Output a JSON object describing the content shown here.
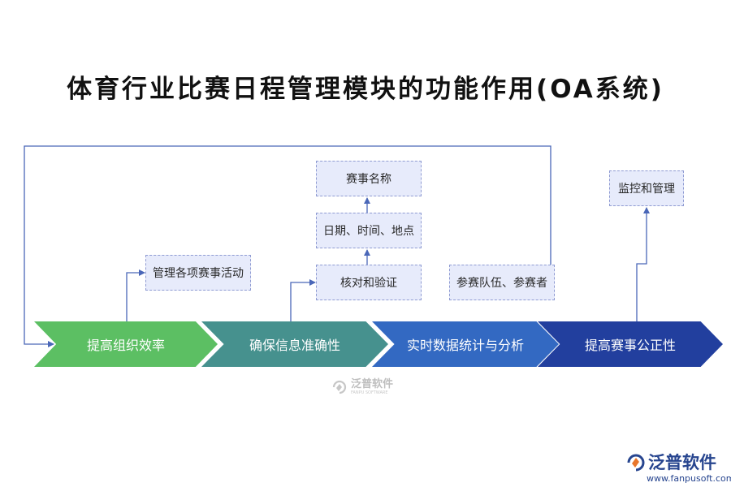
{
  "title": "体育行业比赛日程管理模块的功能作用(OA系统)",
  "steps": [
    {
      "label": "提高组织效率",
      "color": "#5cbf63"
    },
    {
      "label": "确保信息准确性",
      "color": "#46918e"
    },
    {
      "label": "实时数据统计与分析",
      "color": "#3369c2"
    },
    {
      "label": "提高赛事公正性",
      "color": "#223f9e"
    }
  ],
  "nodes": {
    "manage_events": "管理各项赛事活动",
    "event_name": "赛事名称",
    "date_time_place": "日期、时间、地点",
    "verify": "核对和验证",
    "teams_players": "参赛队伍、参赛者",
    "monitor": "监控和管理"
  },
  "watermark_center": {
    "name": "泛普软件",
    "sub": "FANPU SOFTWARE"
  },
  "watermark_corner": {
    "name": "泛普软件",
    "url": "www.fanpusoft.com"
  },
  "colors": {
    "line": "#4a67b8",
    "box_fill": "#e7ebfb",
    "box_border": "#8f9bd2"
  }
}
